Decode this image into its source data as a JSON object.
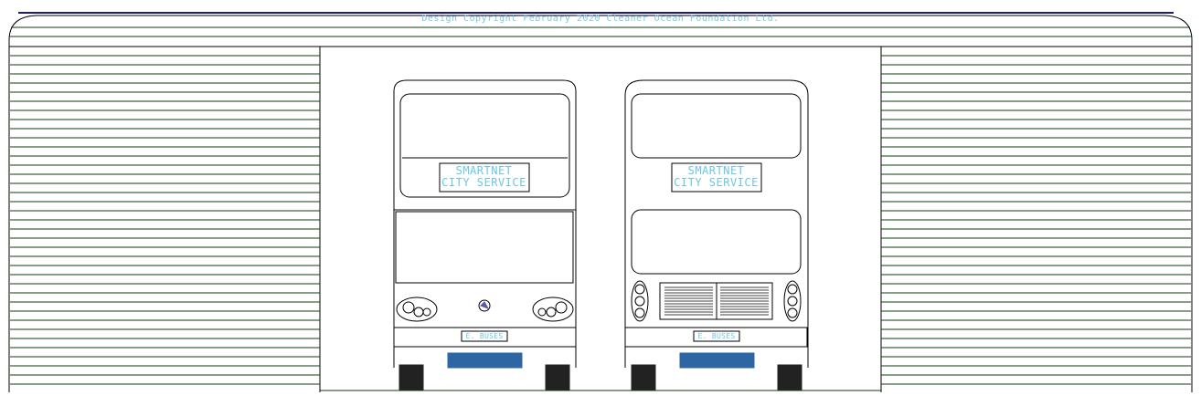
{
  "copyright": "Design Copyright February 2020 Cleaner Ocean Foundation Ltd.",
  "buses": [
    {
      "destination_line1": "SMARTNET",
      "destination_line2": "CITY SERVICE",
      "plate": "E. BUSES",
      "style": "front"
    },
    {
      "destination_line1": "SMARTNET",
      "destination_line2": "CITY SERVICE",
      "plate": "E. BUSES",
      "style": "rear"
    }
  ],
  "colors": {
    "outline": "#000000",
    "shutter_line": "#0b3d0b",
    "sign_text": "#6cc6e4",
    "bumper_blue": "#2e66a3",
    "tyre": "#222222",
    "roof_blue": "#1a1a80"
  }
}
